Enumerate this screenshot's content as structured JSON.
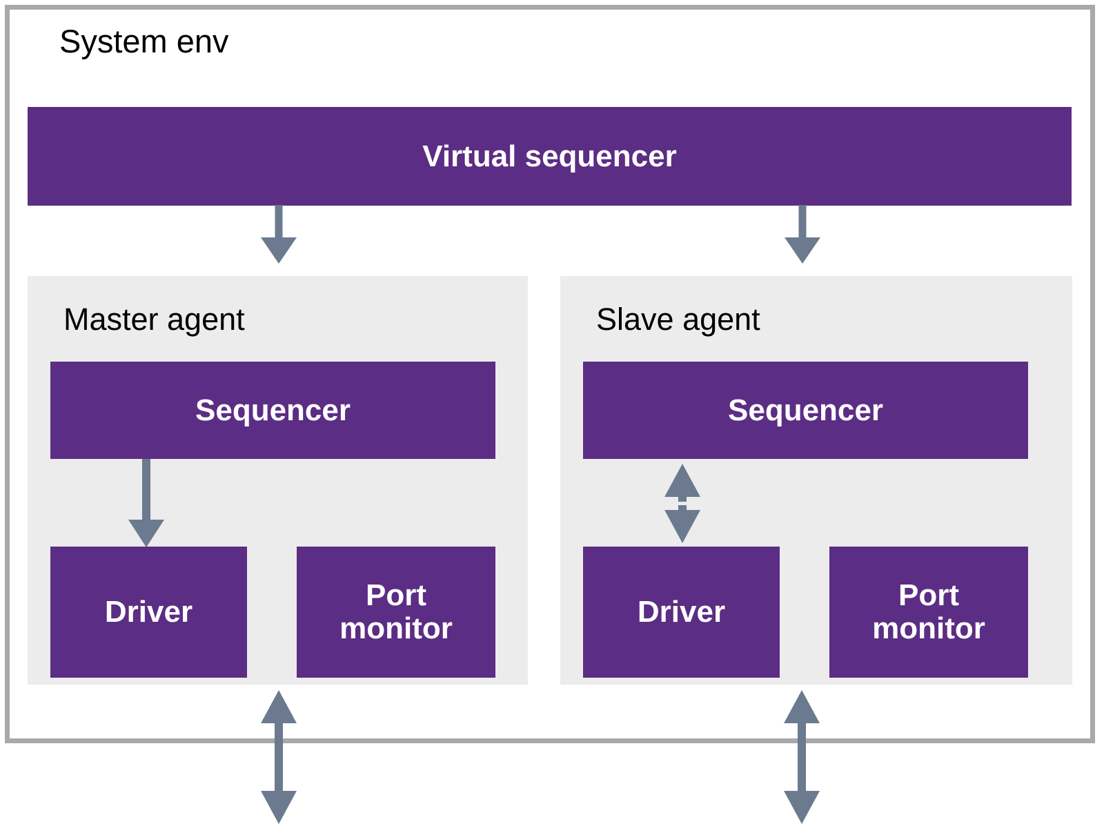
{
  "diagram": {
    "title": "System env",
    "accent_color": "#5c2d84",
    "panel_color": "#ececec",
    "border_color": "#a7a9ac",
    "arrow_color": "#6b7a8f",
    "virtual_sequencer": {
      "label": "Virtual sequencer"
    },
    "agents": [
      {
        "name": "master",
        "title": "Master agent",
        "sequencer": {
          "label": "Sequencer"
        },
        "driver": {
          "label": "Driver"
        },
        "port_monitor": {
          "label": "Port\nmonitor"
        },
        "internal_connection": "sequencer-to-driver-down-arrow",
        "external_connection": "dut-interface-bidirectional-arrow"
      },
      {
        "name": "slave",
        "title": "Slave agent",
        "sequencer": {
          "label": "Sequencer"
        },
        "driver": {
          "label": "Driver"
        },
        "port_monitor": {
          "label": "Port\nmonitor"
        },
        "internal_connection": "sequencer-driver-bidirectional-arrow",
        "external_connection": "dut-interface-bidirectional-arrow"
      }
    ],
    "connections": [
      {
        "from": "virtual-sequencer",
        "to": "master-agent",
        "kind": "down-arrow"
      },
      {
        "from": "virtual-sequencer",
        "to": "slave-agent",
        "kind": "down-arrow"
      },
      {
        "from": "master-sequencer",
        "to": "master-driver",
        "kind": "down-arrow"
      },
      {
        "from": "slave-sequencer",
        "to": "slave-driver",
        "kind": "bidirectional-arrow"
      },
      {
        "from": "master-agent",
        "to": "dut",
        "kind": "bidirectional-arrow"
      },
      {
        "from": "slave-agent",
        "to": "dut",
        "kind": "bidirectional-arrow"
      }
    ]
  }
}
